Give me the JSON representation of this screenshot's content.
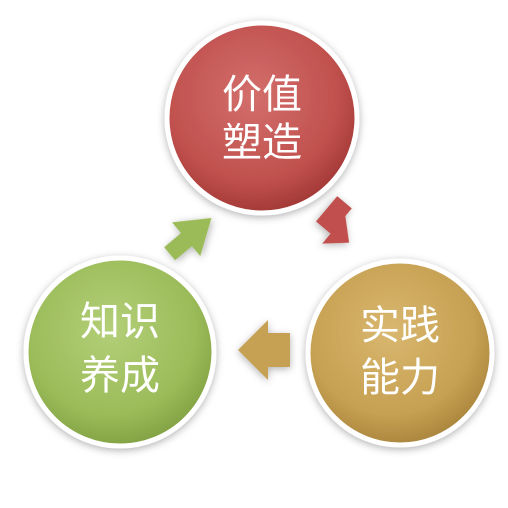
{
  "nodes": [
    {
      "id": "value",
      "lines": [
        "价值",
        "塑造"
      ],
      "color": "#c0504d",
      "color_light": "#d36f6c",
      "color_dark": "#9e3532"
    },
    {
      "id": "practice",
      "lines": [
        "实践",
        "能力"
      ],
      "color": "#c6a052",
      "color_light": "#d9b76f",
      "color_dark": "#a6823a"
    },
    {
      "id": "knowledge",
      "lines": [
        "知识",
        "养成"
      ],
      "color": "#9bbb59",
      "color_light": "#b3cf78",
      "color_dark": "#7f9e40"
    }
  ],
  "arrows": [
    {
      "from": "value",
      "to": "practice",
      "color": "#c0504d",
      "icon": "arrow-down-right"
    },
    {
      "from": "practice",
      "to": "knowledge",
      "color": "#c6a052",
      "icon": "arrow-left"
    },
    {
      "from": "knowledge",
      "to": "value",
      "color": "#9bbb59",
      "icon": "arrow-up-right"
    }
  ]
}
